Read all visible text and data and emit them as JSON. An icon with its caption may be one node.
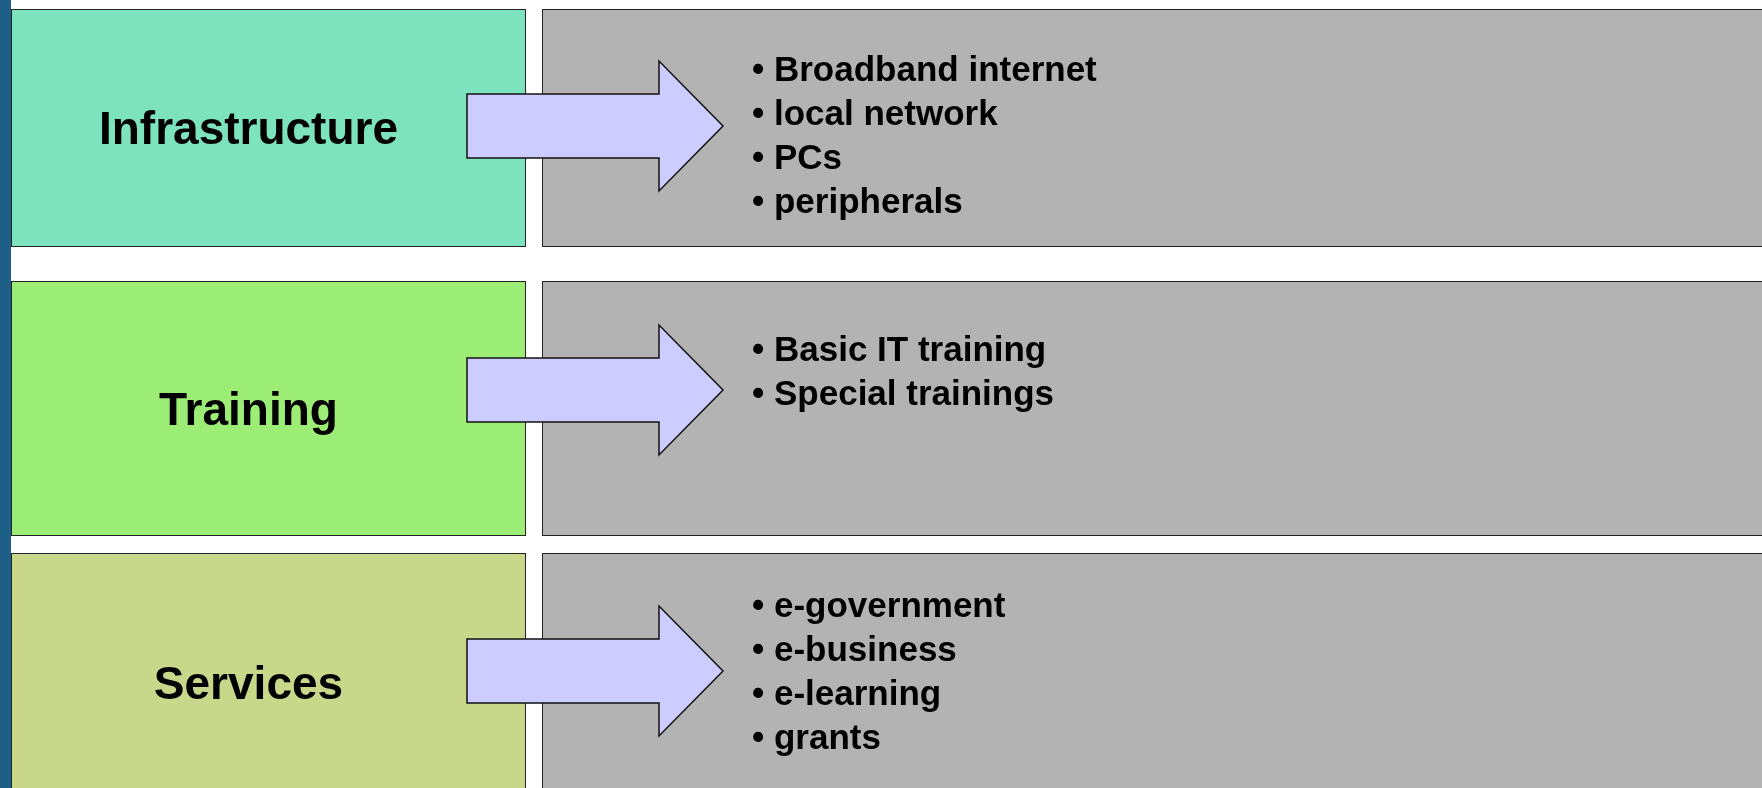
{
  "diagram": {
    "nodes": [
      {
        "text": [
          "Infrastructure"
        ]
      },
      {
        "text": [
          "• Broadband internet",
          "• local network",
          "• PCs",
          "• peripherals"
        ]
      },
      {
        "text": [
          "Training"
        ]
      },
      {
        "text": [
          "• Basic IT training",
          "• Special trainings"
        ]
      },
      {
        "text": [
          "Services"
        ]
      },
      {
        "text": [
          "• e-government",
          "• e-business",
          "• e-learning",
          "• grants"
        ]
      }
    ],
    "edges": [
      {
        "from": 0,
        "to": 1,
        "arrow": "to",
        "style": "thick"
      },
      {
        "from": 2,
        "to": 3,
        "arrow": "to",
        "style": "thick"
      },
      {
        "from": 4,
        "to": 5,
        "arrow": "to",
        "style": "thick"
      }
    ]
  }
}
